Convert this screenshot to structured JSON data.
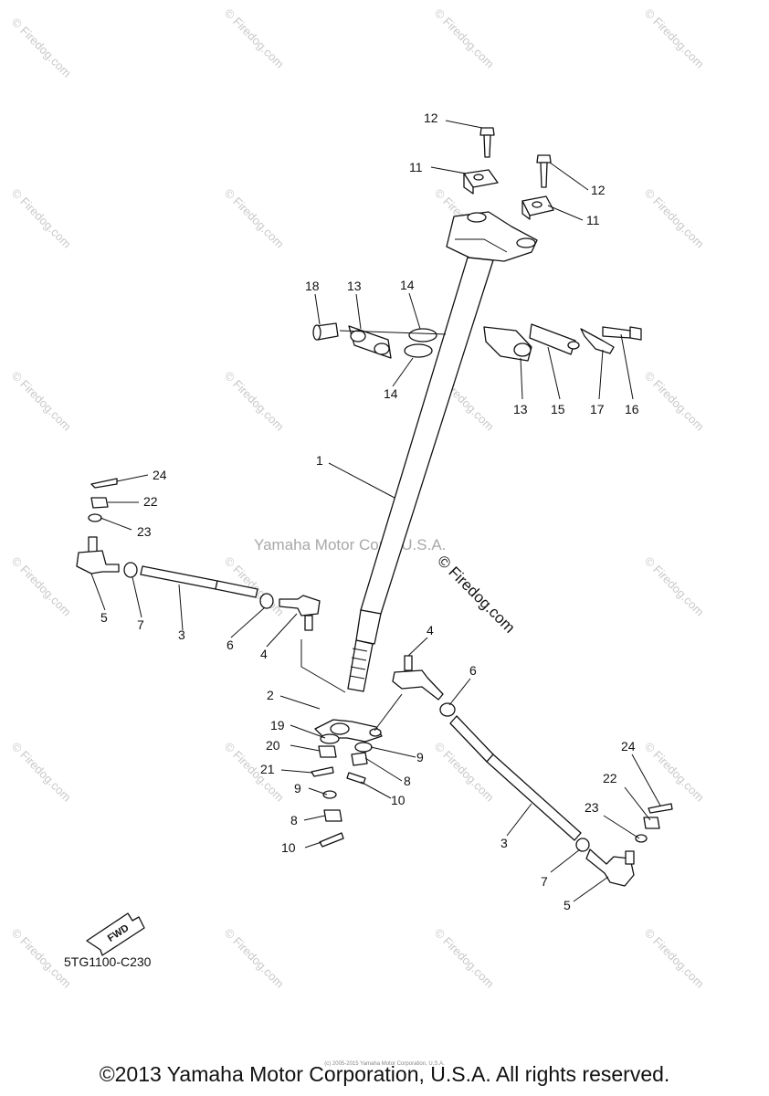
{
  "diagram_code": "5TG1100-C230",
  "fwd_label": "FWD",
  "watermark_text": "© Firedog.com",
  "center_watermark": "Yamaha Motor Corp. U.S.A.",
  "center_firedog": "© Firedog.com",
  "copyright": "©2013 Yamaha Motor Corporation, U.S.A. All rights reserved.",
  "small_notice": "(c) 2005-2015 Yamaha Motor Corporation, U.S.A.",
  "colors": {
    "line": "#111111",
    "watermark": "#c9c9c9"
  },
  "callouts": {
    "c1": "1",
    "c2": "2",
    "c3a": "3",
    "c3b": "3",
    "c4a": "4",
    "c4b": "4",
    "c5a": "5",
    "c5b": "5",
    "c6a": "6",
    "c6b": "6",
    "c7a": "7",
    "c7b": "7",
    "c8a": "8",
    "c8b": "8",
    "c9a": "9",
    "c9b": "9",
    "c10a": "10",
    "c10b": "10",
    "c11a": "11",
    "c11b": "11",
    "c12a": "12",
    "c12b": "12",
    "c13a": "13",
    "c13b": "13",
    "c14a": "14",
    "c14b": "14",
    "c15": "15",
    "c16": "16",
    "c17": "17",
    "c18": "18",
    "c19": "19",
    "c20": "20",
    "c21": "21",
    "c22a": "22",
    "c22b": "22",
    "c23a": "23",
    "c23b": "23",
    "c24a": "24",
    "c24b": "24"
  }
}
